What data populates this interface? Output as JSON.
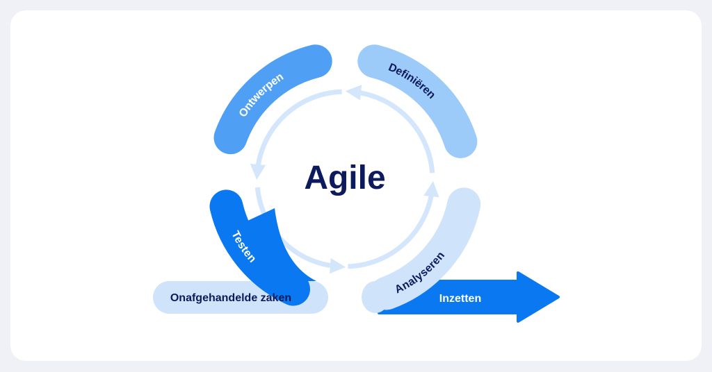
{
  "title": "Agile",
  "phases": {
    "ontwerpen": "Ontwerpen",
    "definieren": "Definiëren",
    "analyseren": "Analyseren",
    "testen": "Testen"
  },
  "backlog": "Onafgehandelde zaken",
  "deploy": "Inzetten",
  "colors": {
    "navy": "#0d1a5c",
    "blue_dark": "#0a78f0",
    "blue_mid": "#4fa0f5",
    "blue_light": "#9ccbf9",
    "blue_pale": "#cfe3fb",
    "ring": "#d4e6fc"
  }
}
